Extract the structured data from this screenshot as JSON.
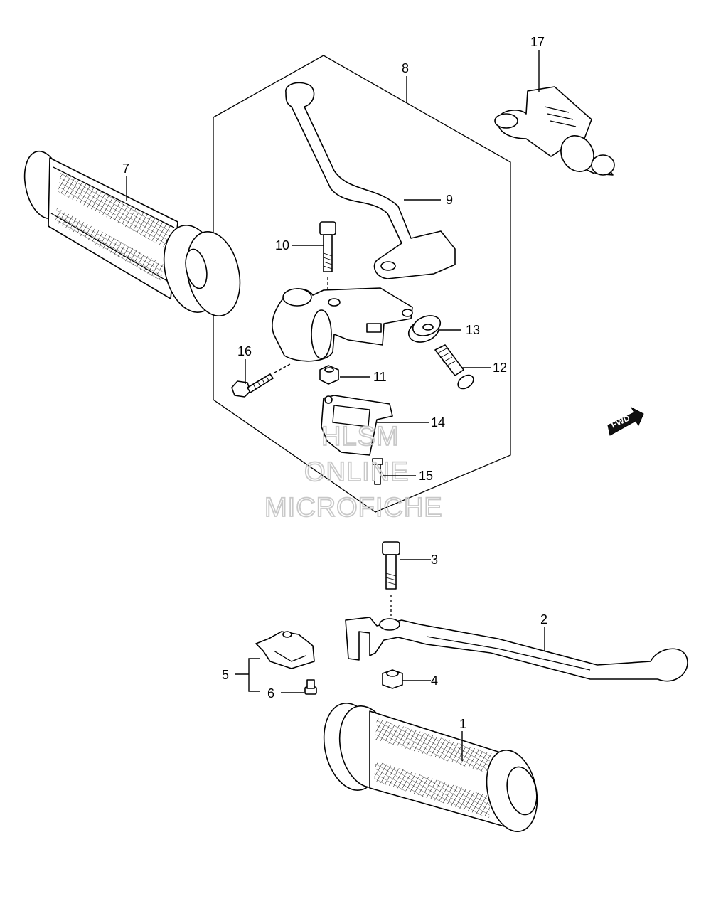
{
  "callouts": {
    "c1": "1",
    "c2": "2",
    "c3": "3",
    "c4": "4",
    "c5": "5",
    "c6": "6",
    "c7": "7",
    "c8": "8",
    "c9": "9",
    "c10": "10",
    "c11": "11",
    "c12": "12",
    "c13": "13",
    "c14": "14",
    "c15": "15",
    "c16": "16",
    "c17": "17"
  },
  "fwd_label": "FWD",
  "watermark": {
    "line1": "HLSM",
    "line2": "ONLINE",
    "line3": "MICROFICHE"
  }
}
